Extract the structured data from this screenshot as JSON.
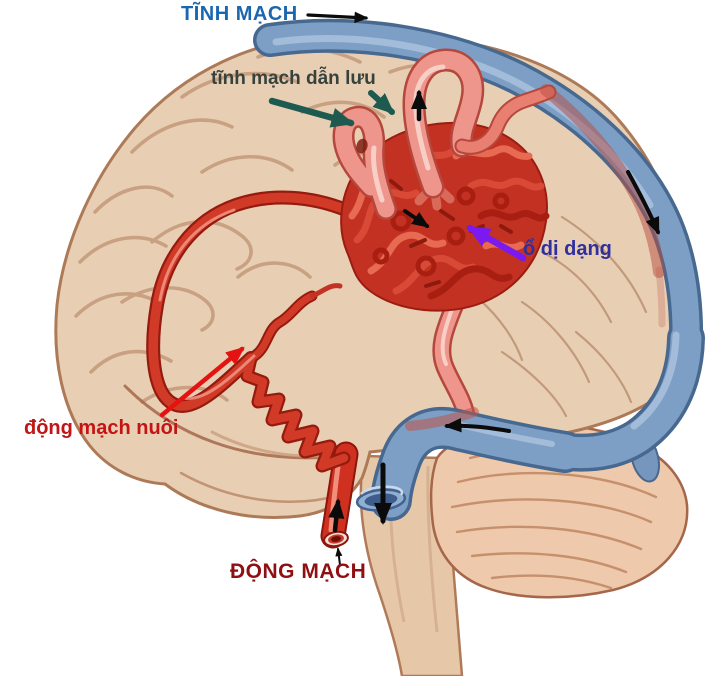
{
  "labels": {
    "vein": "TĨNH MẠCH",
    "draining_vein": "tĩnh mạch dẫn lưu",
    "nidus": "ổ dị dạng",
    "feeding_artery": "động mạch nuôi",
    "artery": "ĐỘNG MẠCH"
  },
  "colors": {
    "vein_label": "#1a67b0",
    "draining_vein_label": "#37423c",
    "nidus_label": "#2f2f9e",
    "feeding_artery_label": "#c41414",
    "artery_label": "#8f1012",
    "venous_blue": "#7e9fc5",
    "venous_blue_dark": "#47688f",
    "arterial_red": "#d23a28",
    "nidus_red": "#c23122",
    "draining_vein_pink": "#ee968c",
    "brain_tan": "#e8cfb4",
    "cerebellum_tan": "#eec9ab",
    "annotation_teal": "#1e5a50",
    "annotation_purple": "#7a1af0",
    "annotation_red": "#e51212",
    "flow_arrow_black": "#0b0b0b",
    "background": "#ffffff"
  }
}
